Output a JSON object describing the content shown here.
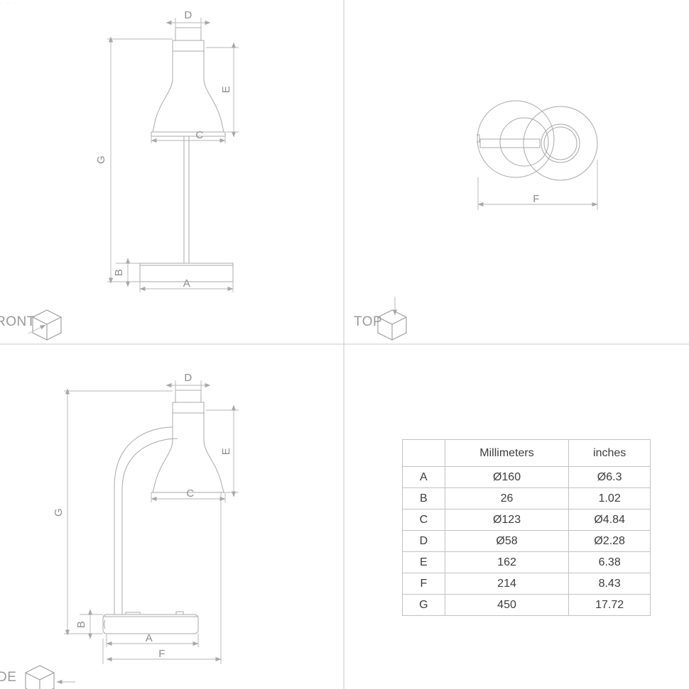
{
  "meta": {
    "top_edge_fragment": "· · · ·",
    "line_color": "#a8a8a8",
    "dim_text_color": "#8d8d8d",
    "table_border_color": "#c2c2c2",
    "background": "#ffffff"
  },
  "views": {
    "front": {
      "label": "RONT",
      "full_label": "FRONT",
      "icon": "iso-cube-front-arrow-icon",
      "dimension_letters": [
        "D",
        "E",
        "C",
        "G",
        "B",
        "A"
      ]
    },
    "top": {
      "label": "TOP",
      "full_label": "TOP",
      "icon": "iso-cube-top-arrow-icon",
      "dimension_letters": [
        "F"
      ]
    },
    "side": {
      "label": "DE",
      "full_label": "SIDE",
      "icon": "iso-cube-side-arrow-icon",
      "dimension_letters": [
        "D",
        "E",
        "C",
        "G",
        "B",
        "A",
        "F"
      ]
    }
  },
  "dimension_labels": {
    "A": "A",
    "B": "B",
    "C": "C",
    "D": "D",
    "E": "E",
    "F": "F",
    "G": "G"
  },
  "table": {
    "headers": [
      "",
      "Millimeters",
      "inches"
    ],
    "rows": [
      {
        "key": "A",
        "mm": "Ø160",
        "in": "Ø6.3"
      },
      {
        "key": "B",
        "mm": "26",
        "in": "1.02"
      },
      {
        "key": "C",
        "mm": "Ø123",
        "in": "Ø4.84"
      },
      {
        "key": "D",
        "mm": "Ø58",
        "in": "Ø2.28"
      },
      {
        "key": "E",
        "mm": "162",
        "in": "6.38"
      },
      {
        "key": "F",
        "mm": "214",
        "in": "8.43"
      },
      {
        "key": "G",
        "mm": "450",
        "in": "17.72"
      }
    ]
  }
}
